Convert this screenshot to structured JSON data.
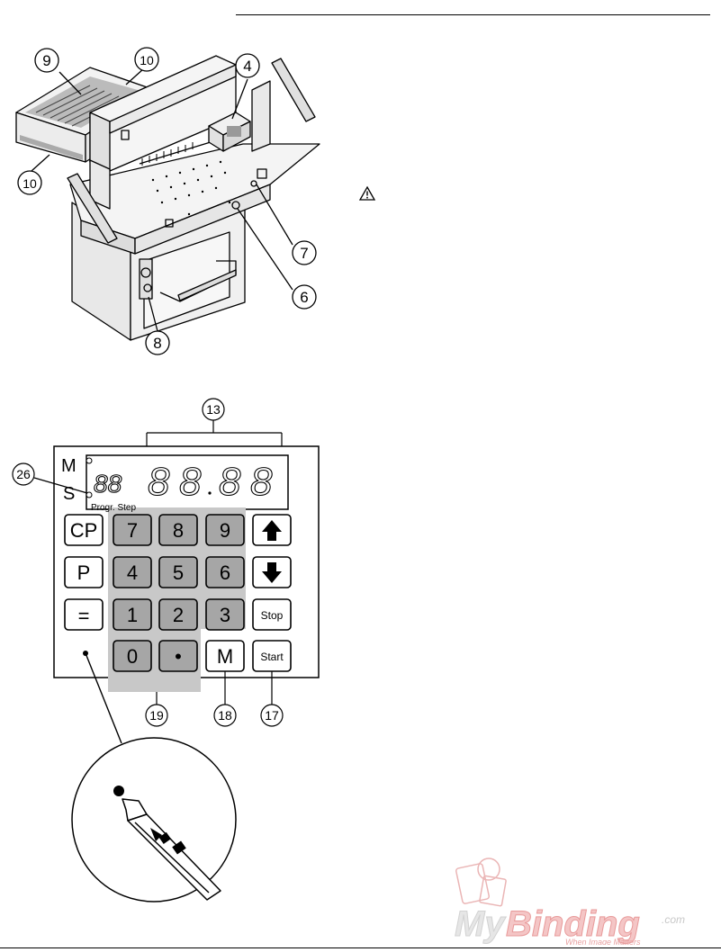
{
  "machine_callouts": [
    "9",
    "10",
    "4",
    "10",
    "7",
    "6",
    "8"
  ],
  "panel_callouts": [
    "13",
    "26",
    "19",
    "18",
    "17"
  ],
  "display": {
    "mode_labels": [
      "M",
      "S"
    ],
    "caption": "Progr. Step",
    "digits": [
      "88",
      "8",
      "8",
      "8",
      "8"
    ]
  },
  "keypad": {
    "cp": "CP",
    "p": "P",
    "equals": "=",
    "digits": [
      "7",
      "8",
      "9",
      "4",
      "5",
      "6",
      "1",
      "2",
      "3",
      "0",
      "•"
    ],
    "m": "M",
    "stop": "Stop",
    "start": "Start"
  },
  "watermark": {
    "brand_my": "My",
    "brand_binding": "Binding",
    "brand_com": ".com",
    "tagline": "When Image Matters"
  },
  "colors": {
    "keypad_zone": "#c8c8c8",
    "digit_key": "#a6a6a6",
    "brand": "#e23a3a"
  }
}
